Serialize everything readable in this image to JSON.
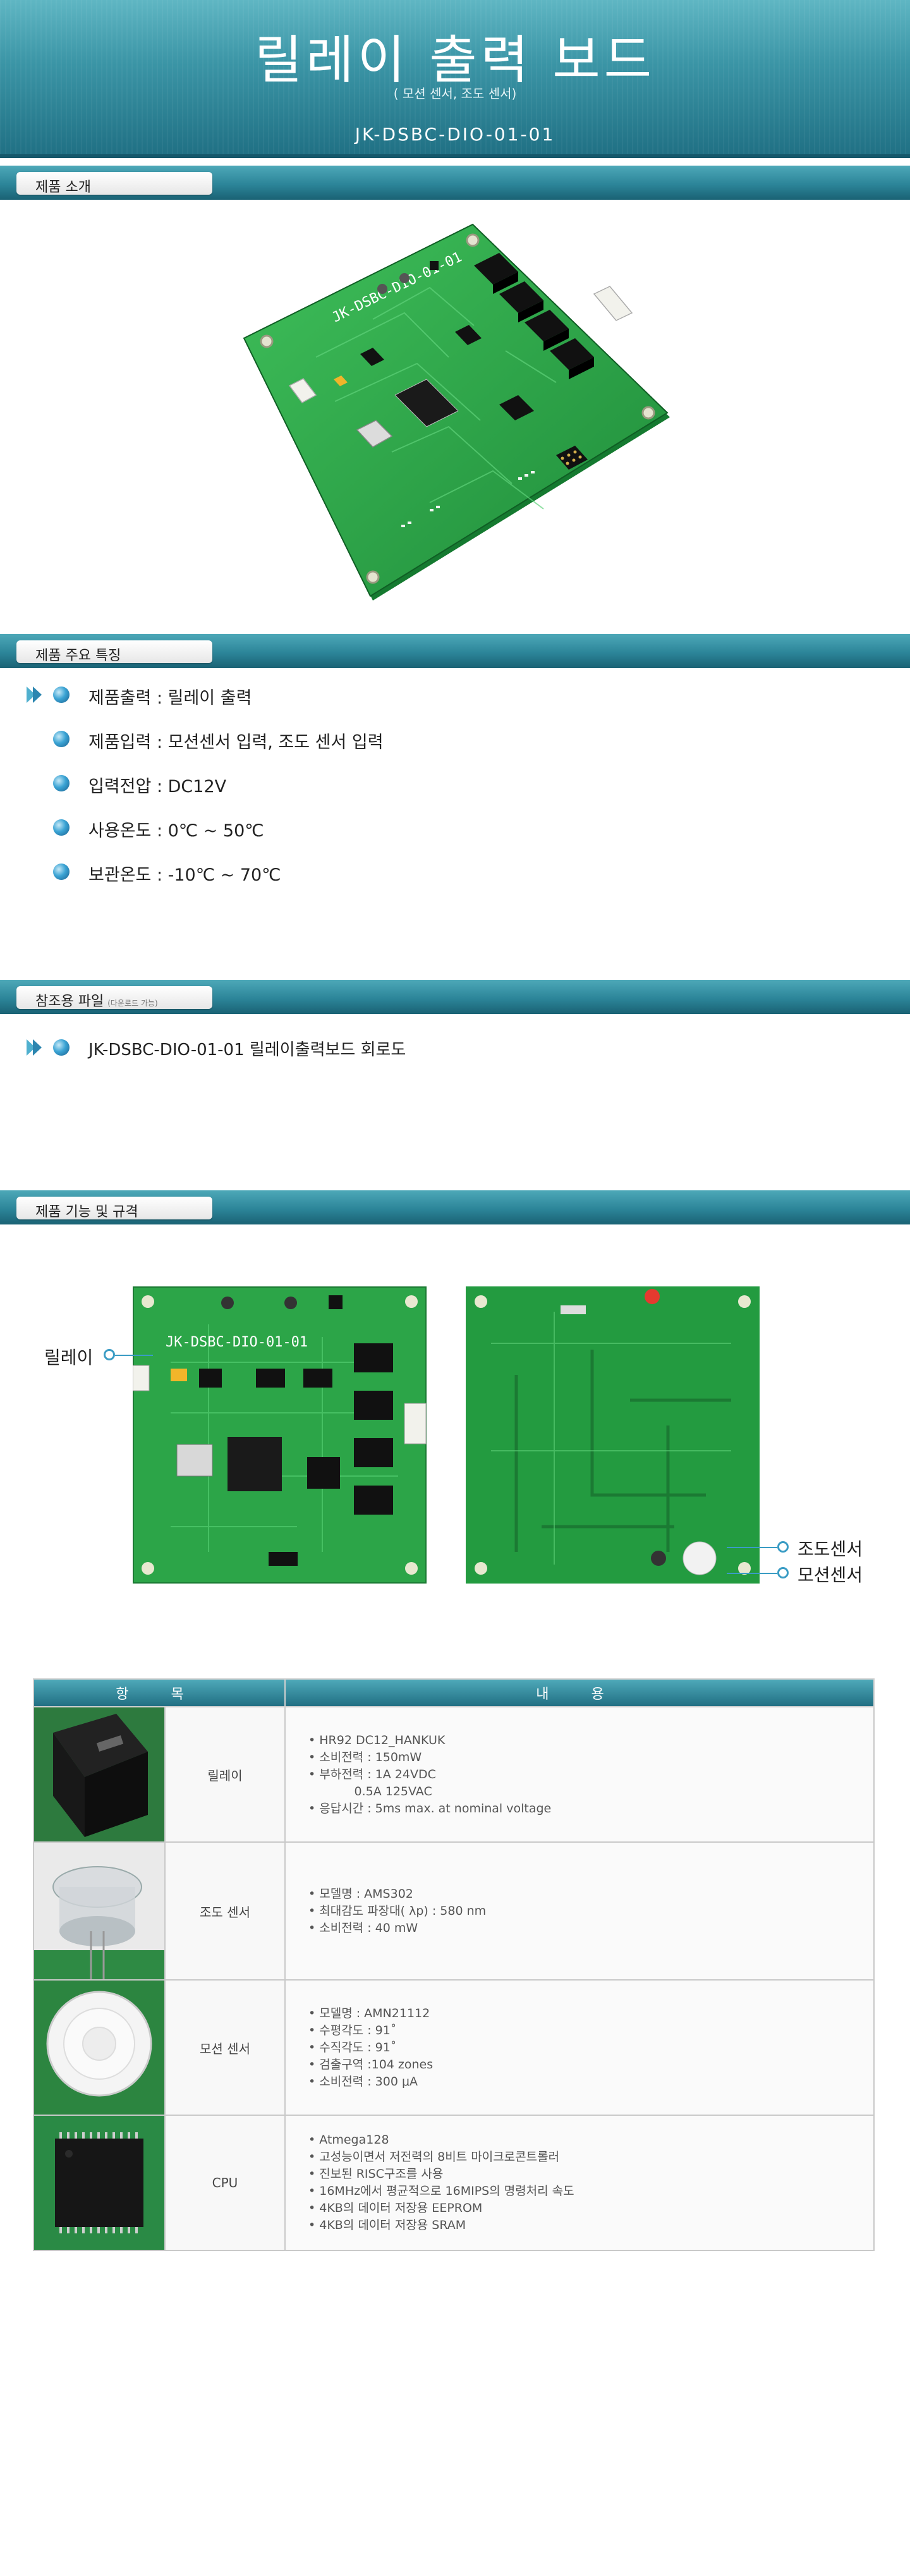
{
  "header": {
    "title": "릴레이 출력 보드",
    "subtitle": "( 모션 센서, 조도 센서)",
    "model": "JK-DSBC-DIO-01-01"
  },
  "sections": {
    "intro": "제품 소개",
    "features": "제품 주요 특징",
    "reference": "참조용 파일",
    "reference_note": "(다운로드 가능)",
    "function": "제품 기능 및 규격"
  },
  "pcb": {
    "silkscreen": "JK-DSBC-DIO-01-01"
  },
  "features": [
    "제품출력 : 릴레이 출력",
    "제품입력 : 모션센서 입력, 조도 센서 입력",
    "입력전압 : DC12V",
    "사용온도 : 0℃ ~ 50℃",
    "보관온도 : -10℃ ~ 70℃"
  ],
  "reference_files": [
    "JK-DSBC-DIO-01-01 릴레이출력보드 회로도"
  ],
  "callouts": {
    "relay": "릴레이",
    "light_sensor": "조도센서",
    "motion_sensor": "모션센서"
  },
  "spec_table": {
    "header_item": "항 목",
    "header_content": "내 용",
    "rows": [
      {
        "name": "릴레이",
        "lines": [
          "• HR92 DC12_HANKUK",
          "• 소비전력 : 150mW",
          "• 부하전력 : 1A 24VDC",
          "            0.5A 125VAC",
          "• 응답시간 : 5ms max. at nominal voltage"
        ]
      },
      {
        "name": "조도 센서",
        "lines": [
          "• 모델명 : AMS302",
          "• 최대감도 파장대( λp) : 580 nm",
          "• 소비전력 : 40 mW"
        ]
      },
      {
        "name": "모션 센서",
        "lines": [
          "• 모델명 : AMN21112",
          "• 수평각도 : 91˚",
          "• 수직각도 : 91˚",
          "• 검출구역 :104 zones",
          "• 소비전력 : 300 μA"
        ]
      },
      {
        "name": "CPU",
        "lines": [
          "• Atmega128",
          "• 고성능이면서 저전력의 8비트 마이크로콘트롤러",
          "• 진보된 RISC구조를 사용",
          "• 16MHz에서 평균적으로 16MIPS의 명령처리 속도",
          "• 4KB의 데이터 저장용 EEPROM",
          "• 4KB의 데이터 저장용 SRAM"
        ]
      }
    ]
  },
  "colors": {
    "header_teal": "#3b95a6",
    "pcb_green": "#2fa84a",
    "accent_blue": "#3a9cc4"
  }
}
